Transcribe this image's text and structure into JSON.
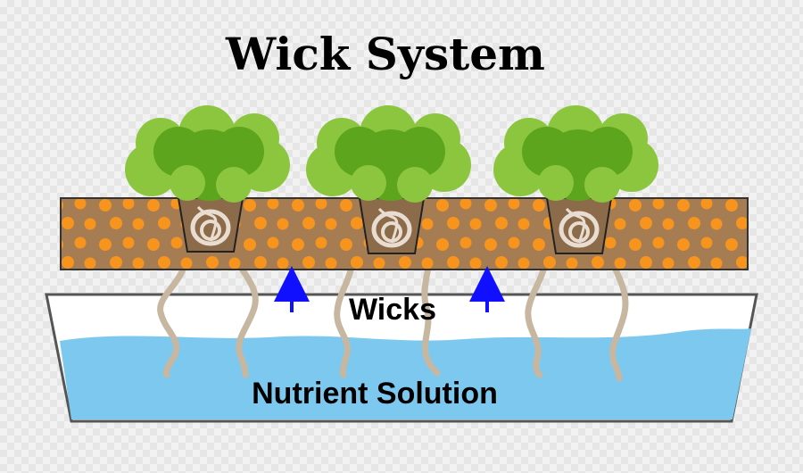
{
  "diagram": {
    "title": "Wick System",
    "labels": {
      "wicks": "Wicks",
      "nutrient_solution": "Nutrient Solution"
    },
    "plant_count": 3,
    "colors": {
      "growing_medium": "#a67c52",
      "medium_pellets": "#f7941d",
      "water": "#7cc8ee",
      "reservoir": "#ffffff",
      "leaf_dark": "#5ca51c",
      "leaf_light": "#8cc63f",
      "root": "#d9c7b0",
      "wick": "#c8b7a0",
      "arrow": "#1010ff",
      "outline": "#333333"
    }
  }
}
